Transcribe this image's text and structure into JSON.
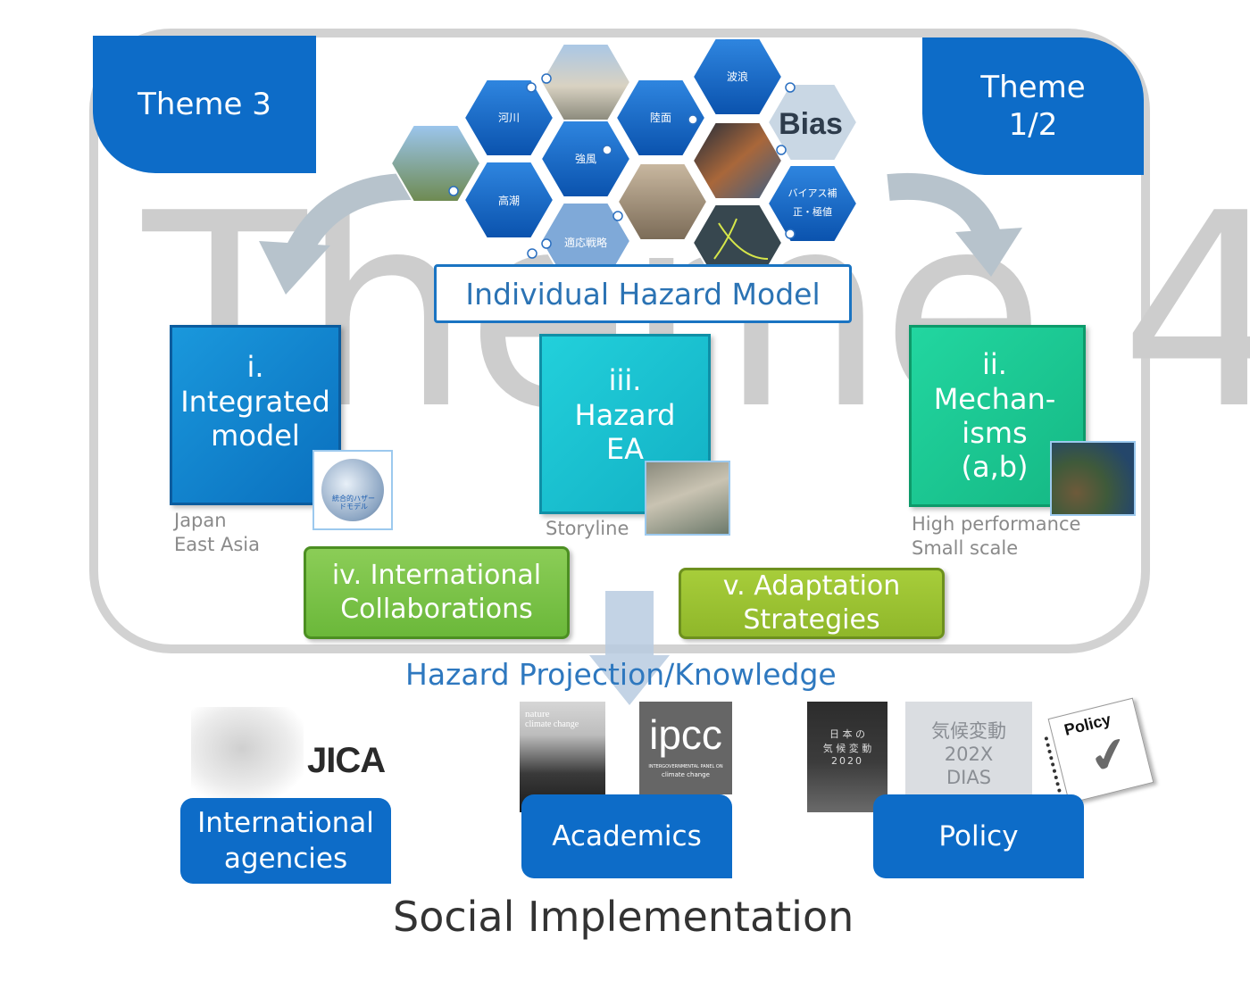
{
  "themes": {
    "left": "Theme 3",
    "right_line1": "Theme",
    "right_line2": "1/2",
    "watermark": "Theme 4"
  },
  "hexagons": {
    "kasen": "河川",
    "kyofu": "強風",
    "takashio": "高潮",
    "rikumen": "陸面",
    "haro": "波浪",
    "tekio": "適応戦略",
    "bias_line1": "バイアス補",
    "bias_line2": "正・極値",
    "bias_sign": "Bias"
  },
  "hazard_model": "Individual Hazard Model",
  "cards": {
    "i": {
      "num": "i.",
      "line1": "Integrated",
      "line2": "model",
      "sub1": "Japan",
      "sub2": "East Asia",
      "thumb_text": "統合的ハザードモデル"
    },
    "iii": {
      "num": "iii.",
      "line1": "Hazard",
      "line2": "EA",
      "sub1": "Storyline"
    },
    "ii": {
      "num": "ii.",
      "line1": "Mechan-",
      "line2": "isms",
      "line3": "(a,b)",
      "sub1": "High performance",
      "sub2": "Small scale"
    }
  },
  "collabs": {
    "iv_line1": "iv. International",
    "iv_line2": "Collaborations",
    "v_line1": "v. Adaptation",
    "v_line2": "Strategies"
  },
  "projection": "Hazard Projection/Knowledge",
  "outputs": {
    "intl_line1": "International",
    "intl_line2": "agencies",
    "academics": "Academics",
    "policy": "Policy"
  },
  "logos": {
    "jica": "JICA",
    "nature_line1": "nature",
    "nature_line2": "climate change",
    "ipcc": "ipcc",
    "ipcc_sub1": "INTERGOVERNMENTAL PANEL ON",
    "ipcc_sub2": "climate change",
    "japan_report_line1": "日 本 の",
    "japan_report_line2": "気 候 変 動",
    "japan_report_line3": "2020",
    "dias_line1": "気候変動",
    "dias_line2": "202X",
    "dias_line3": "DIAS",
    "policy_sticker": "Policy"
  },
  "social_implementation": "Social Implementation",
  "colors": {
    "accent_blue": "#0d6cc8",
    "frame_gray": "#d2d2d2"
  }
}
